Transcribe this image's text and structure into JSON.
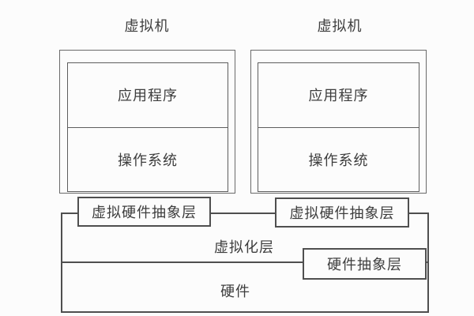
{
  "diagram": {
    "colors": {
      "background": "#fcfcfc",
      "line_thin": "#6a6a6a",
      "line_thick": "#4f4f4f",
      "text": "#3d3d3d"
    },
    "vms": [
      {
        "title": "虚拟机",
        "layers": [
          "应用程序",
          "操作系统"
        ],
        "abstraction": "虚拟硬件抽象层"
      },
      {
        "title": "虚拟机",
        "layers": [
          "应用程序",
          "操作系统"
        ],
        "abstraction": "虚拟硬件抽象层"
      }
    ],
    "host": {
      "virtualization_layer": "虚拟化层",
      "hardware_abstraction_layer": "硬件抽象层",
      "hardware": "硬件"
    }
  }
}
